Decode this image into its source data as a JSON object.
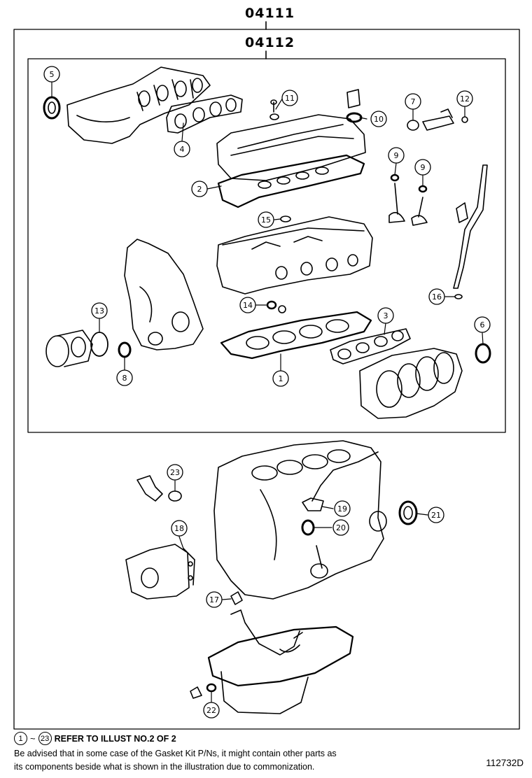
{
  "diagram": {
    "outer_kit_number": "04111",
    "inner_kit_number": "04112",
    "callouts": [
      "1",
      "2",
      "3",
      "4",
      "5",
      "6",
      "7",
      "8",
      "9",
      "9",
      "10",
      "11",
      "12",
      "13",
      "14",
      "15",
      "16",
      "17",
      "18",
      "19",
      "20",
      "21",
      "22",
      "23"
    ],
    "ref_start": "1",
    "ref_end": "23",
    "ref_tilde": "~",
    "ref_text": "REFER TO ILLUST NO.2 OF 2",
    "note_line_1": "Be advised that in some case of the Gasket Kit P/Ns,  it might contain other parts as",
    "note_line_2": "its components beside what is shown in the illustration due to commonization.",
    "figure_number": "112732D"
  }
}
